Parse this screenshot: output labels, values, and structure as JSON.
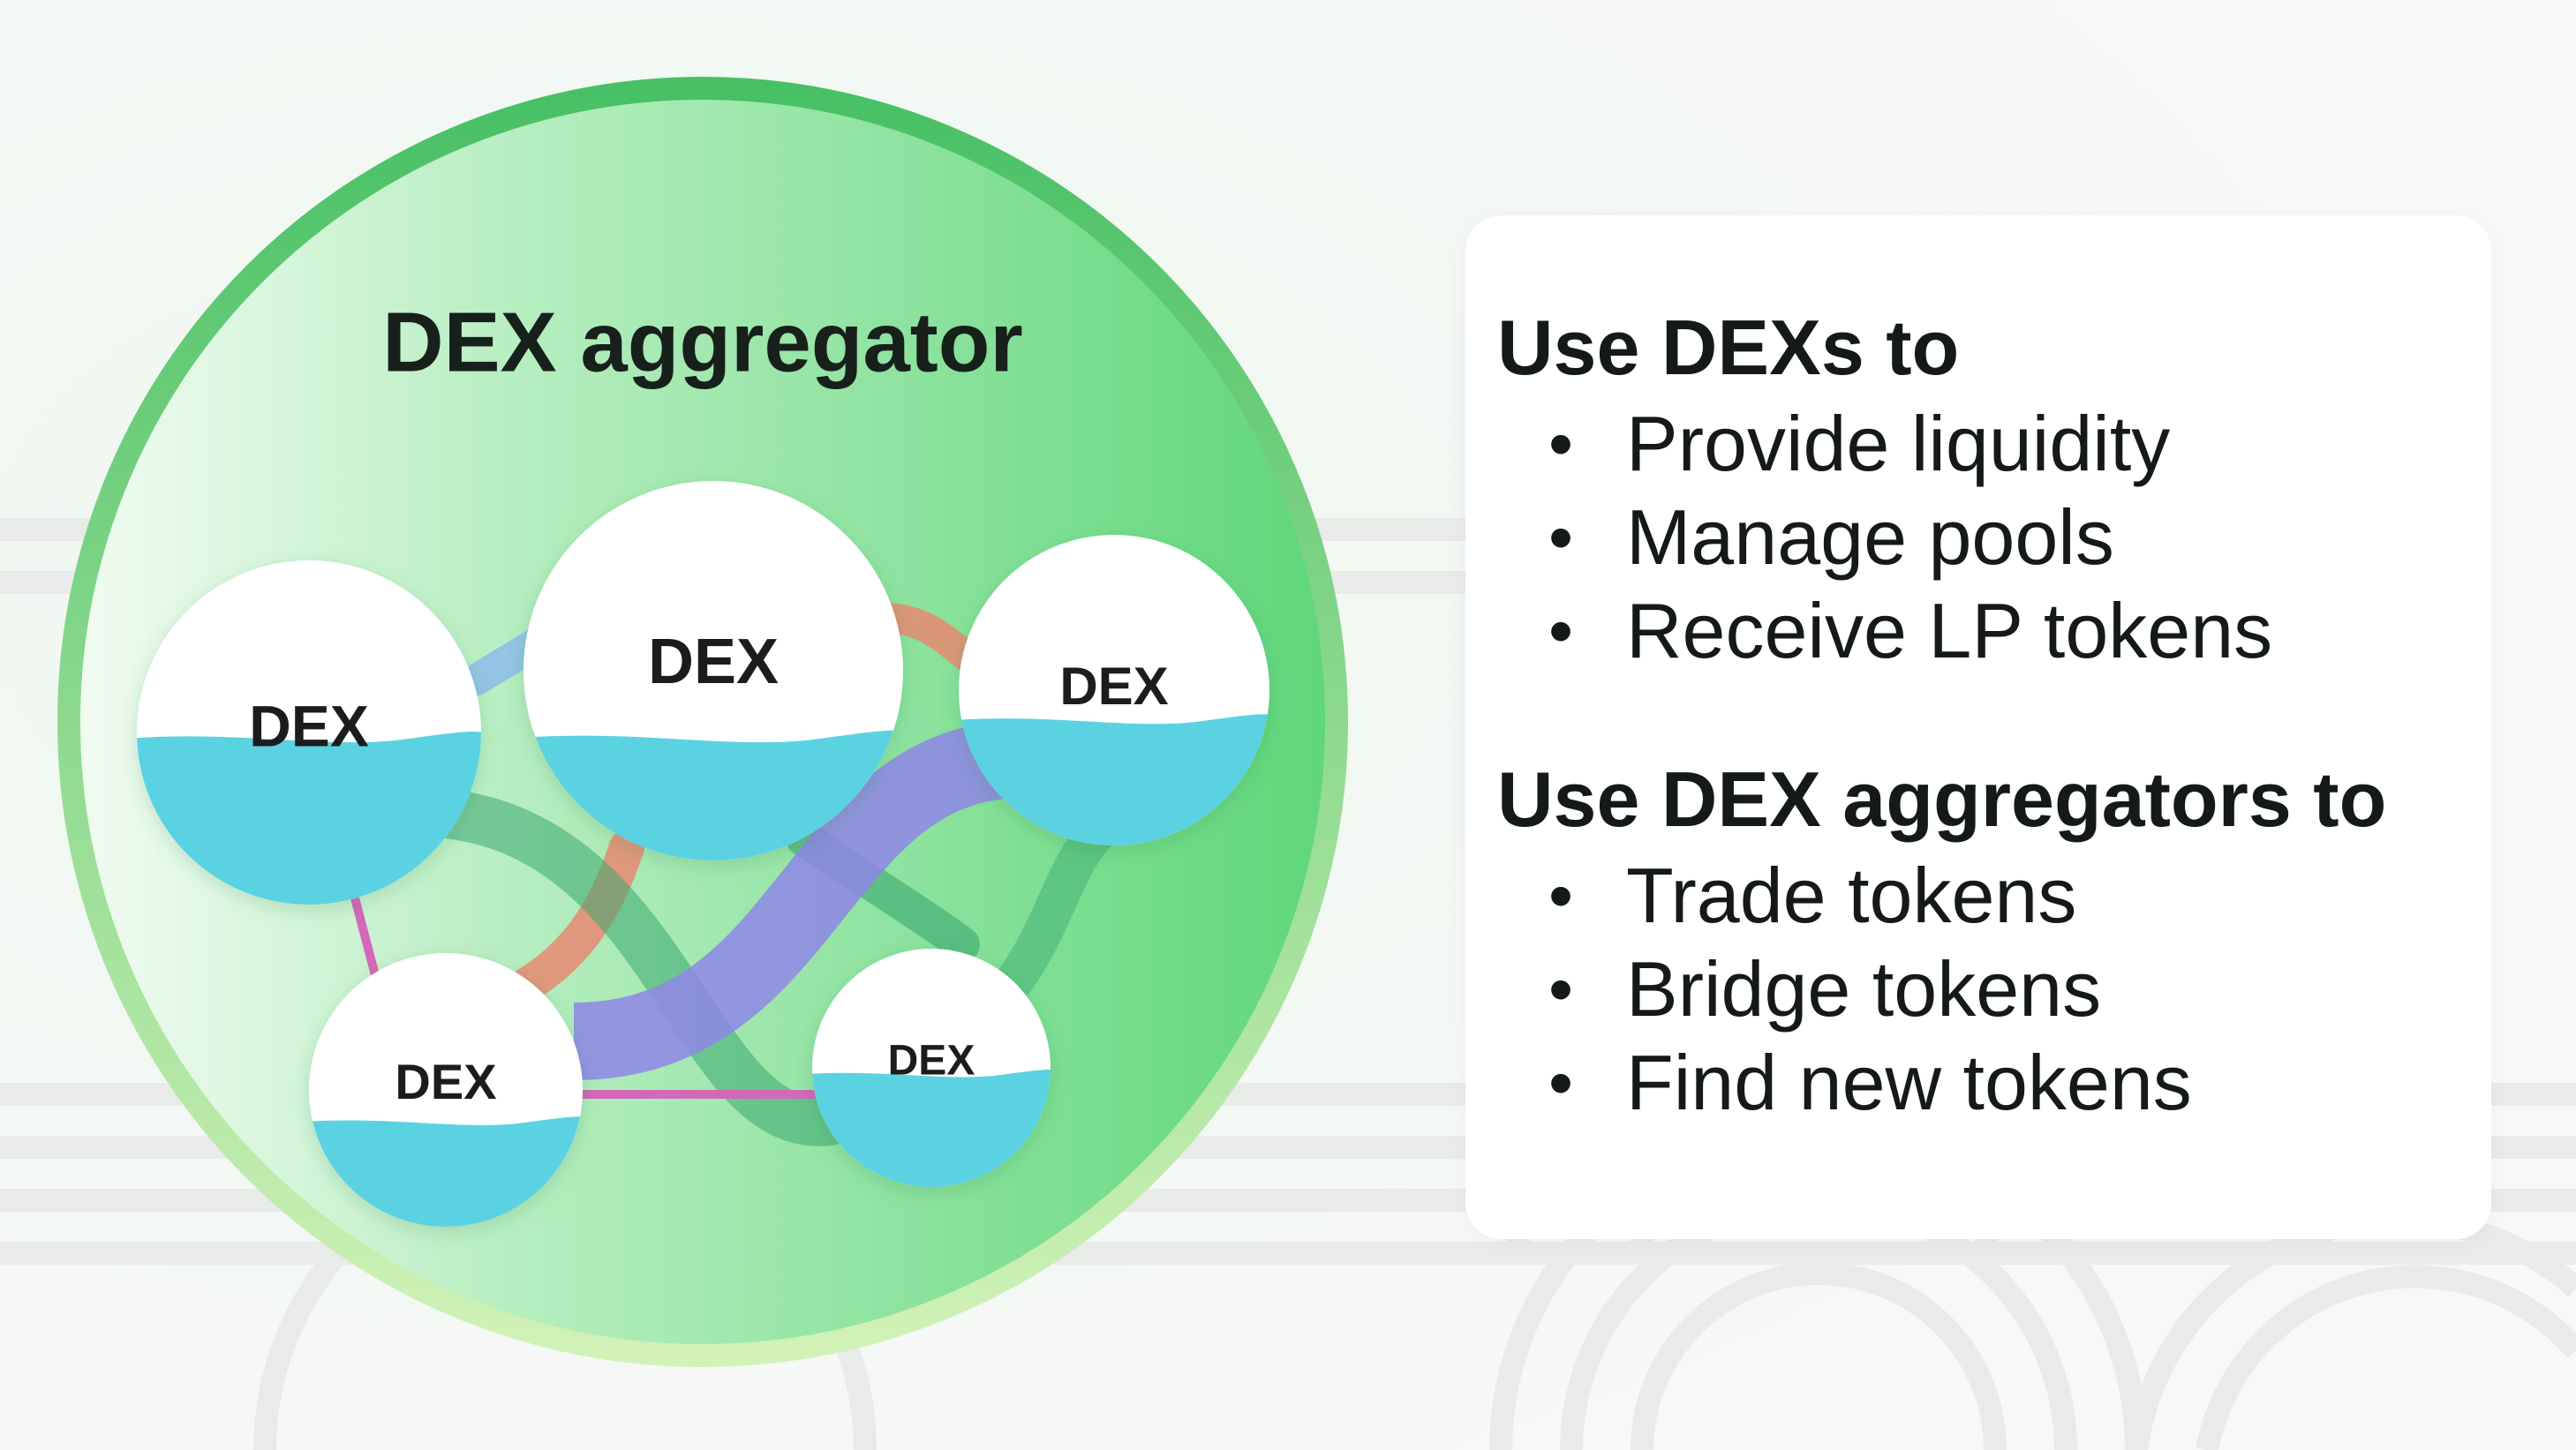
{
  "diagram": {
    "title": "DEX aggregator",
    "nodes": [
      {
        "label": "DEX",
        "fill": 0.48
      },
      {
        "label": "DEX",
        "fill": 0.32
      },
      {
        "label": "DEX",
        "fill": 0.4
      },
      {
        "label": "DEX",
        "fill": 0.38
      },
      {
        "label": "DEX",
        "fill": 0.47
      }
    ]
  },
  "info": {
    "sections": [
      {
        "title": "Use DEXs to",
        "items": [
          "Provide liquidity",
          "Manage pools",
          "Receive LP tokens"
        ]
      },
      {
        "title": "Use DEX aggregators to",
        "items": [
          "Trade tokens",
          "Bridge tokens",
          "Find new tokens"
        ]
      }
    ],
    "bullet_glyph": "•"
  },
  "colors": {
    "liquid": "#5ad2e2",
    "circle_green": "#6fdc86",
    "circle_border": "#4cc26a",
    "link_purple": "#8f86e8",
    "link_green": "#3aa770",
    "link_salmon": "#e88a72",
    "link_pink": "#d468b8",
    "link_blue": "#8fbfe8"
  }
}
